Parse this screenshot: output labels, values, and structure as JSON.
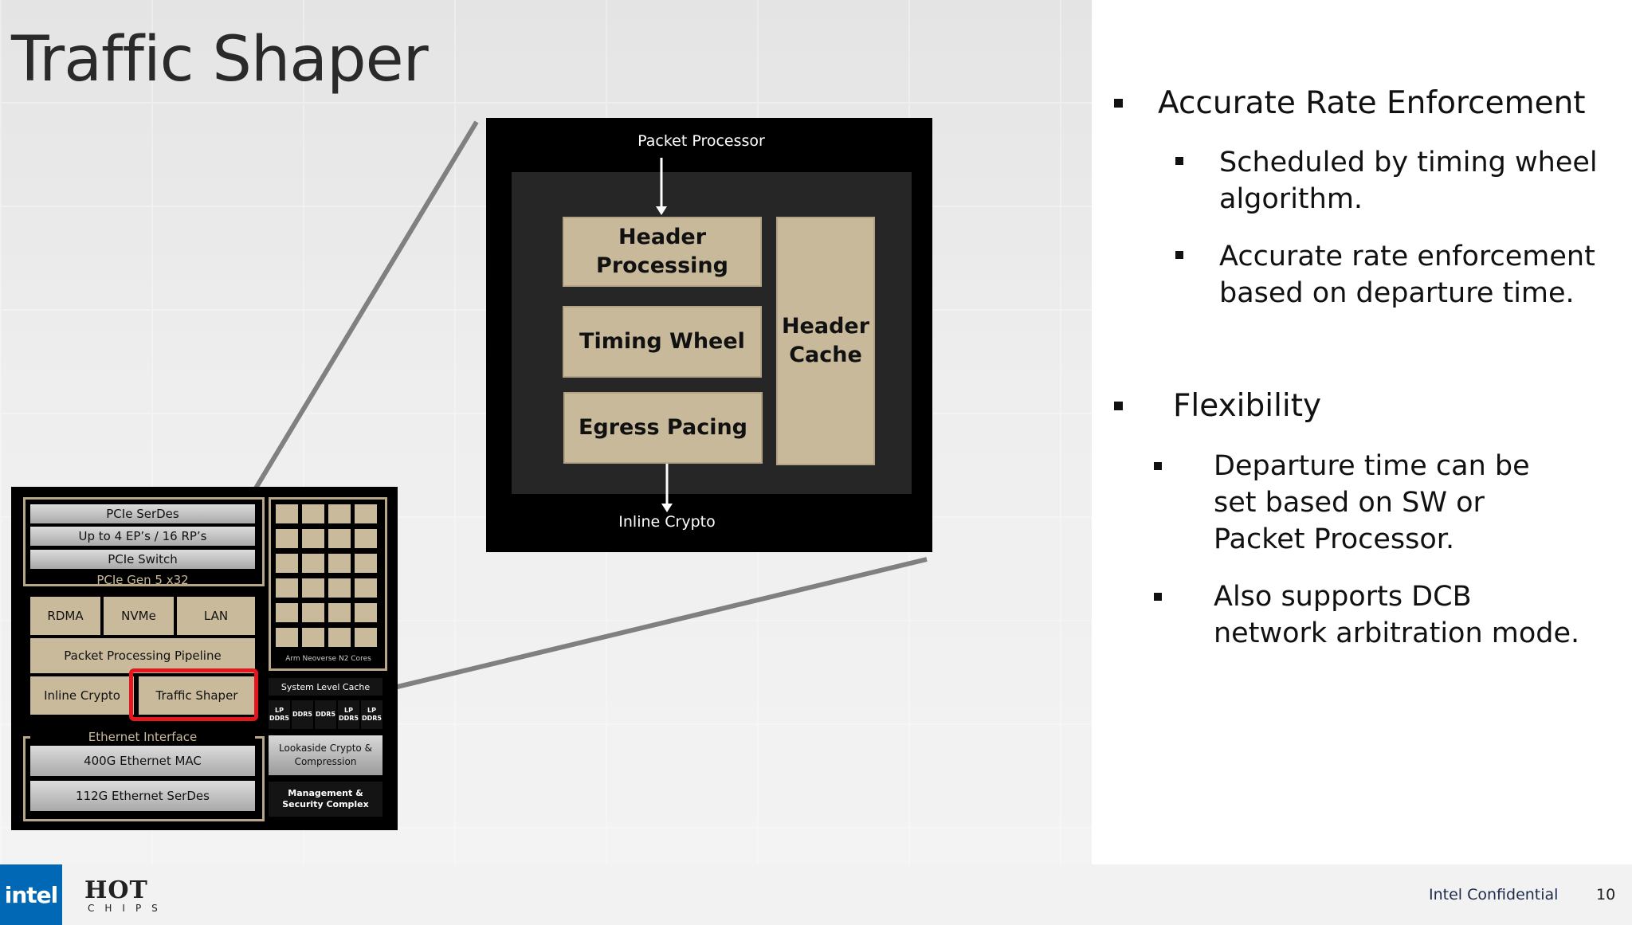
{
  "slide": {
    "title": "Traffic Shaper",
    "page_number": "10",
    "confidential": "Intel Confidential"
  },
  "zoom": {
    "top_label": "Packet Processor",
    "bottom_label": "Inline Crypto",
    "blocks": {
      "header_processing": "Header Processing",
      "timing_wheel": "Timing Wheel",
      "egress_pacing": "Egress Pacing",
      "header_cache": "Header Cache"
    }
  },
  "chip": {
    "pcie_serdes": "PCIe SerDes",
    "eps_rps": "Up to 4 EP’s / 16 RP’s",
    "pcie_switch": "PCIe Switch",
    "pcie_gen": "PCIe Gen 5 x32",
    "rdma": "RDMA",
    "nvme": "NVMe",
    "lan": "LAN",
    "pipeline": "Packet Processing Pipeline",
    "inline_crypto": "Inline Crypto",
    "traffic_shaper": "Traffic Shaper",
    "ethernet_interface": "Ethernet Interface",
    "ethernet_mac": "400G Ethernet MAC",
    "ethernet_serdes": "112G Ethernet SerDes",
    "arm_cores": "Arm Neoverse N2 Cores",
    "slc": "System Level Cache",
    "lpddr": [
      "LP DDR5",
      "DDR5",
      "DDR5",
      "LP DDR5",
      "LP DDR5"
    ],
    "lookaside": "Lookaside Crypto & Compression",
    "mgmt": "Management & Security Complex"
  },
  "bullets": [
    {
      "text": "Accurate Rate Enforcement",
      "sub": [
        "Scheduled by timing wheel algorithm.",
        "Accurate rate enforcement based on departure time."
      ]
    },
    {
      "text": "Flexibility",
      "sub": [
        "Departure time can be set based on SW or Packet Processor.",
        "Also supports DCB network arbitration mode."
      ]
    }
  ],
  "logos": {
    "intel": "intel",
    "hot": "HOT",
    "chips": "CHIPS"
  },
  "colors": {
    "block_tan": "#c8b99a",
    "highlight_red": "#e3171d",
    "intel_blue": "#0068b5"
  }
}
